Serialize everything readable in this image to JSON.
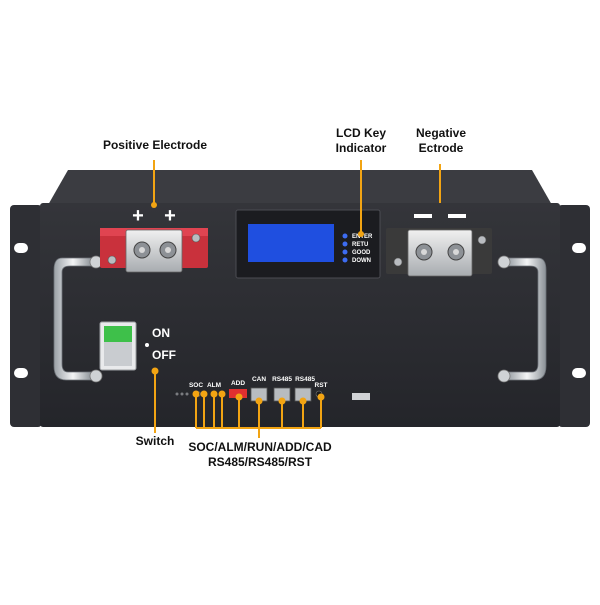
{
  "callouts": {
    "positive": "Positive Electrode",
    "lcd_line1": "LCD Key",
    "lcd_line2": "Indicator",
    "negative_line1": "Negative",
    "negative_line2": "Ectrode",
    "switch": "Switch",
    "ports_line1": "SOC/ALM/RUN/ADD/CAD",
    "ports_line2": "RS485/RS485/RST"
  },
  "panel": {
    "plus_left": "+",
    "plus_right": "+",
    "on": "ON",
    "off": "OFF"
  },
  "lcd_keys": [
    "ENTER",
    "RETU",
    "GOOD",
    "DOWN"
  ],
  "ports": {
    "soc": "SOC",
    "alm": "ALM",
    "add": "ADD",
    "can": "CAN",
    "rs485_a": "RS485",
    "rs485_b": "RS485",
    "rst": "RST"
  },
  "colors": {
    "accent": "#f2a413",
    "chassis": "#2b2c30",
    "positive_terminal": "#c9313c",
    "negative_terminal": "#3a3a3a",
    "lcd_screen": "#1f4fe0"
  }
}
